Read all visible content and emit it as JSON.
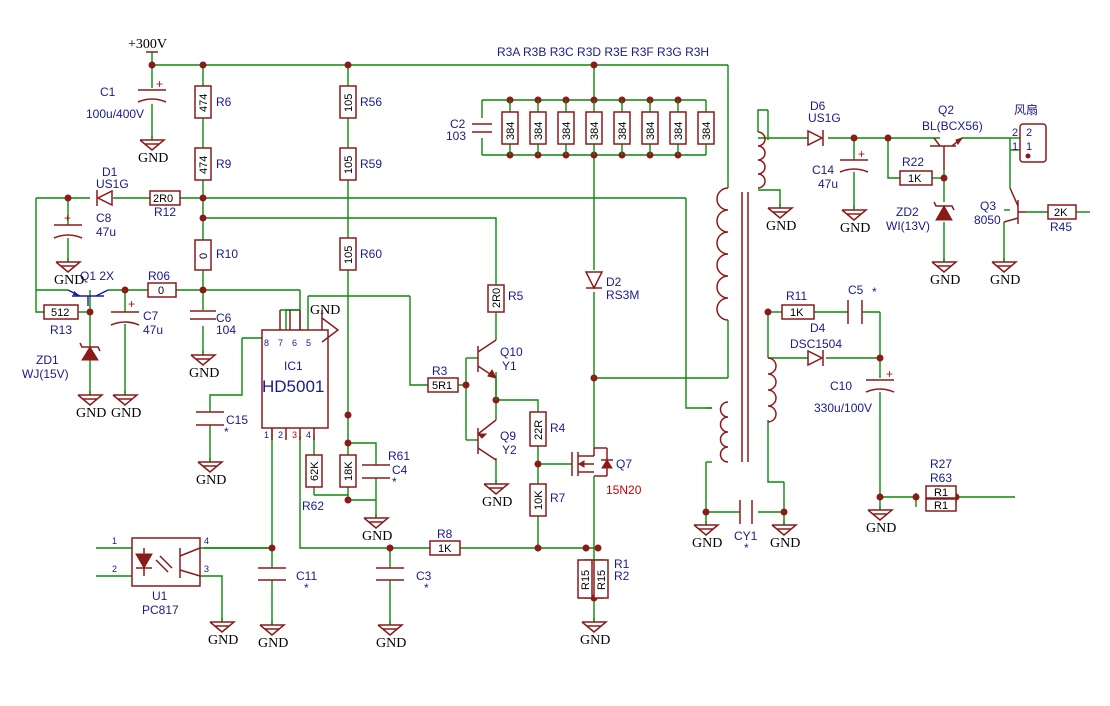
{
  "diagram": {
    "supply_label": "+300V",
    "gnd": "GND",
    "top_labels": "R3A R3B R3C R3D R3E R3F R3G R3H",
    "bank_res": [
      "384",
      "384",
      "384",
      "384",
      "384",
      "384",
      "384",
      "384"
    ],
    "c1": {
      "ref": "C1",
      "val": "100u/400V"
    },
    "r6": {
      "ref": "R6",
      "val": "474"
    },
    "r9": {
      "ref": "R9",
      "val": "474"
    },
    "r10": {
      "ref": "R10",
      "val": "0"
    },
    "r56": {
      "ref": "R56",
      "val": "105"
    },
    "r59": {
      "ref": "R59",
      "val": "105"
    },
    "r60": {
      "ref": "R60",
      "val": "105"
    },
    "c2": {
      "ref": "C2",
      "val": "103"
    },
    "d1": {
      "ref": "D1",
      "val": "US1G"
    },
    "r12": {
      "ref": "R12",
      "val": "2R0"
    },
    "c8": {
      "ref": "C8",
      "val": "47u"
    },
    "q1": {
      "ref": "Q1 2X"
    },
    "r06": {
      "ref": "R06",
      "val": "0"
    },
    "c7": {
      "ref": "C7",
      "val": "47u"
    },
    "c6": {
      "ref": "C6",
      "val": "104"
    },
    "r13": {
      "ref": "R13",
      "val": "512"
    },
    "zd1": {
      "ref": "ZD1",
      "val": "WJ(15V)"
    },
    "ic1": {
      "ref": "IC1",
      "val": "HD5001"
    },
    "c15": {
      "ref": "C15",
      "star": "*"
    },
    "r5": {
      "ref": "R5",
      "val": "2R0"
    },
    "q10": {
      "ref": "Q10",
      "val": "Y1"
    },
    "q9": {
      "ref": "Q9",
      "val": "Y2"
    },
    "r3": {
      "ref": "R3",
      "val": "5R1"
    },
    "r4": {
      "ref": "R4",
      "val": "22R"
    },
    "r7": {
      "ref": "R7",
      "val": "10K"
    },
    "q7": {
      "ref": "Q7",
      "val": "15N20"
    },
    "d2": {
      "ref": "D2",
      "val": "RS3M"
    },
    "r61": {
      "ref": "R61"
    },
    "c4": {
      "ref": "C4",
      "star": "*"
    },
    "r62": {
      "ref": "R62",
      "val": "62K"
    },
    "r18k": {
      "val": "18K"
    },
    "r8": {
      "ref": "R8",
      "val": "1K"
    },
    "c11": {
      "ref": "C11",
      "star": "*"
    },
    "c3": {
      "ref": "C3",
      "star": "*"
    },
    "u1": {
      "ref": "U1",
      "val": "PC817"
    },
    "r1r2": {
      "ref1": "R1",
      "ref2": "R2",
      "val1": "R15",
      "val2": "R15"
    },
    "d6": {
      "ref": "D6",
      "val": "US1G"
    },
    "q2": {
      "ref": "Q2",
      "val": "BL(BCX56)"
    },
    "fan": {
      "ref": "风扇",
      "p2": "2",
      "p1": "1"
    },
    "c14": {
      "ref": "C14",
      "val": "47u"
    },
    "r22": {
      "ref": "R22",
      "val": "1K"
    },
    "zd2": {
      "ref": "ZD2",
      "val": "WI(13V)"
    },
    "q3": {
      "ref": "Q3",
      "val": "8050"
    },
    "r45": {
      "ref": "R45",
      "val": "2K"
    },
    "r11": {
      "ref": "R11",
      "val": "1K"
    },
    "c5": {
      "ref": "C5",
      "star": "*"
    },
    "d4": {
      "ref": "D4",
      "val": "DSC1504"
    },
    "c10": {
      "ref": "C10",
      "val": "330u/100V"
    },
    "r27": {
      "ref": "R27",
      "val": "R1"
    },
    "r63": {
      "ref": "R63",
      "val": "R1"
    },
    "cy1": {
      "ref": "CY1",
      "star": "*"
    },
    "ic_pins": [
      "8",
      "7",
      "6",
      "5",
      "1",
      "2",
      "3",
      "4"
    ],
    "opto_pins": [
      "1",
      "2",
      "4",
      "3"
    ],
    "plus": "+"
  }
}
